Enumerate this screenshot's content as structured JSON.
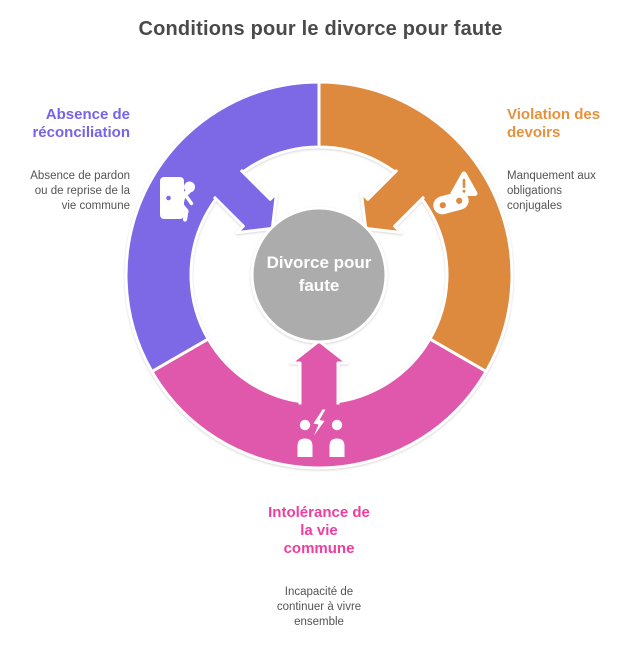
{
  "title": "Conditions pour le divorce pour faute",
  "center": {
    "label": "Divorce pour\nfaute",
    "fill": "#ACACAC",
    "text_color": "#FFFFFF"
  },
  "colors": {
    "background": "#FFFFFF",
    "title": "#4A4A4A",
    "description": "#545454",
    "outline": "#FFFFFF"
  },
  "segments": [
    {
      "id": "absence-de-reconciliation",
      "heading": "Absence de\nréconciliation",
      "heading_color": "#7763E8",
      "description": "Absence de pardon\nou de reprise de la\nvie commune",
      "color": "#7D68E6",
      "icon": "door-exit-icon"
    },
    {
      "id": "violation-des-devoirs",
      "heading": "Violation des\ndevoirs",
      "heading_color": "#E8913C",
      "description": "Manquement aux\nobligations\nconjugales",
      "color": "#DD8A3E",
      "icon": "warning-icon"
    },
    {
      "id": "intolerance-de-la-vie-commune",
      "heading": "Intolérance de\nla vie\ncommune",
      "heading_color": "#EE3C9F",
      "description": "Incapacité de\ncontinuer à vivre\nensemble",
      "color": "#E058AB",
      "icon": "people-conflict-icon"
    }
  ]
}
